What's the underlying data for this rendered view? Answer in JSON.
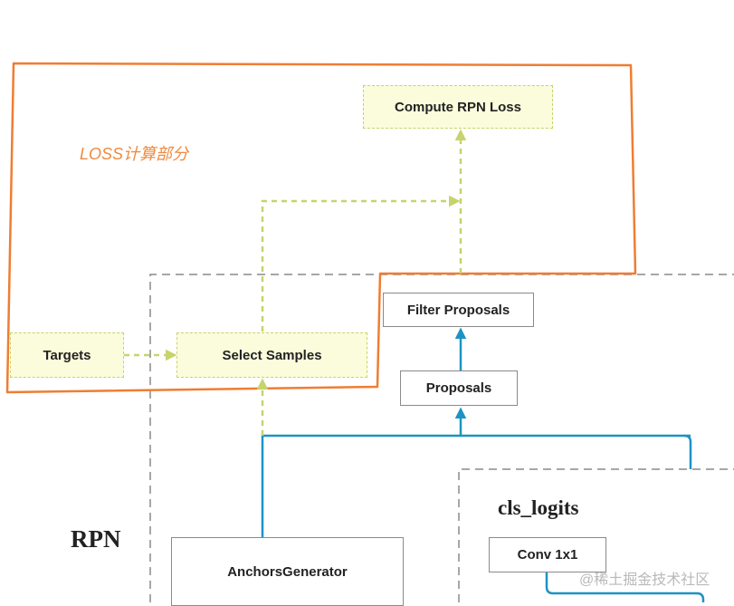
{
  "labels": {
    "loss_section": "LOSS计算部分",
    "rpn": "RPN",
    "cls_logits": "cls_logits",
    "watermark": "@稀土掘金技术社区"
  },
  "nodes": {
    "compute_rpn_loss": "Compute RPN Loss",
    "targets": "Targets",
    "select_samples": "Select Samples",
    "filter_proposals": "Filter Proposals",
    "proposals": "Proposals",
    "anchors_generator": "AnchorsGenerator",
    "conv_1x1": "Conv 1x1"
  },
  "colors": {
    "loss_outline": "#ef7d32",
    "dashed_region": "#8a8a8a",
    "flow_arrow": "#1d93c4",
    "loss_arrow": "#c7d36b",
    "node_fill_loss": "#fbfcdc"
  }
}
